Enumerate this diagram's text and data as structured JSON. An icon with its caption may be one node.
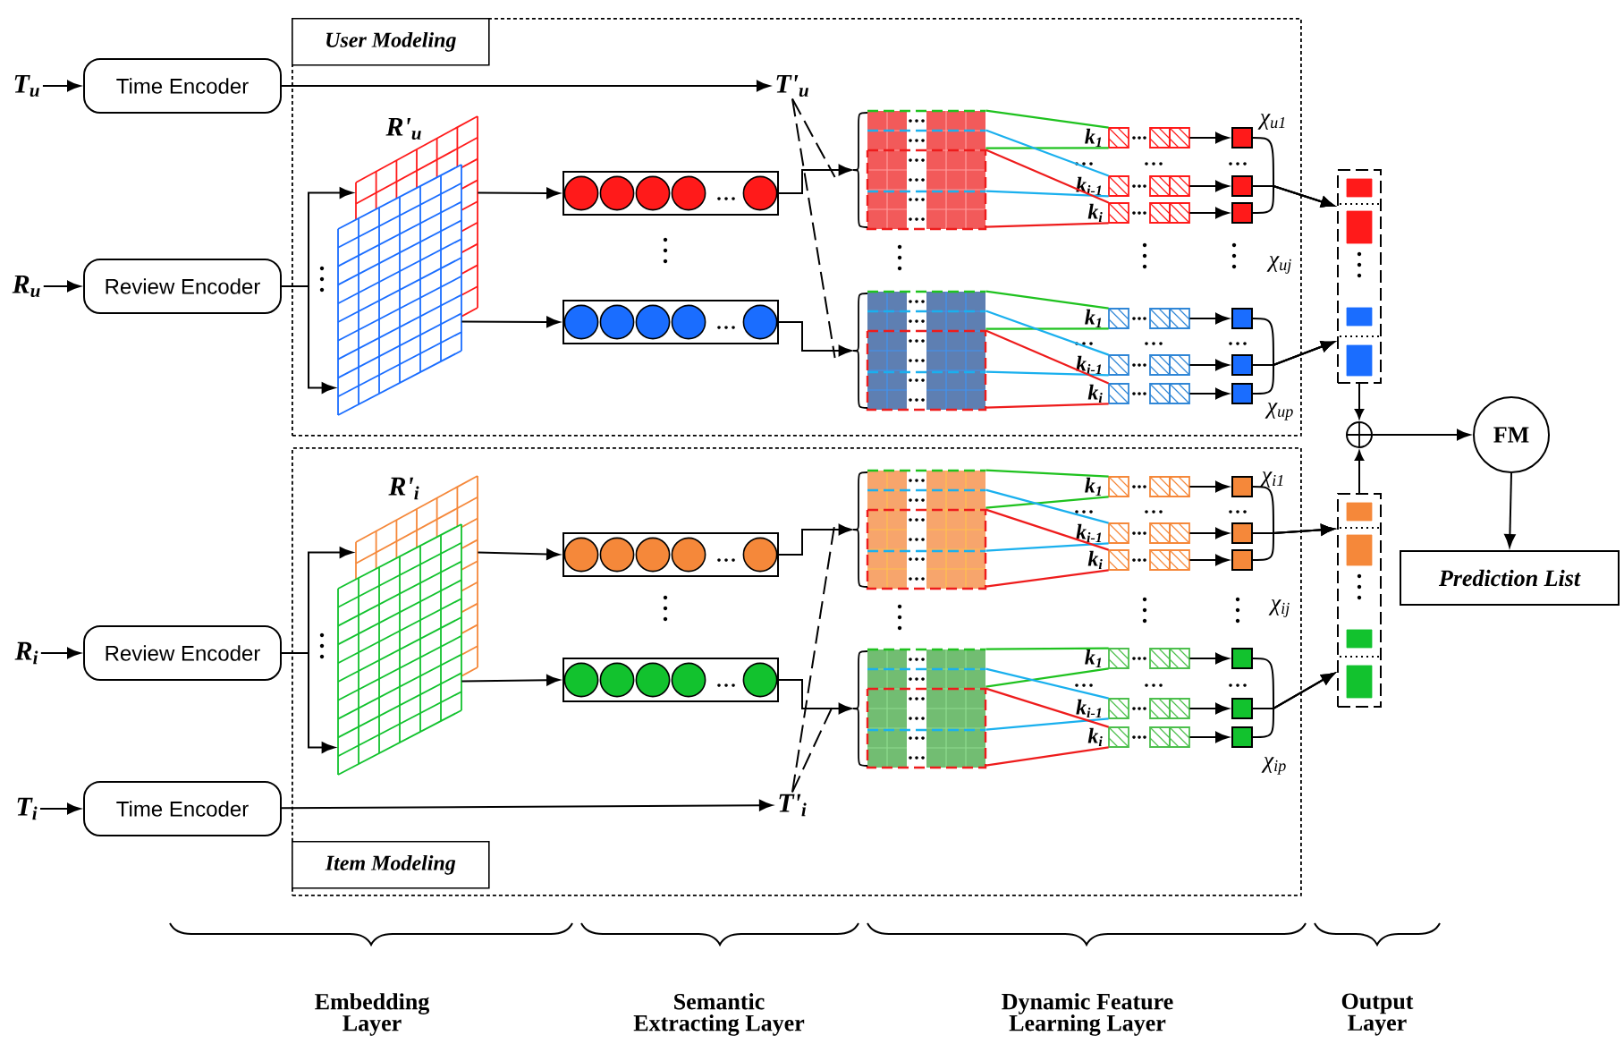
{
  "diagram": {
    "nodes": [
      {
        "text": [
          "User Modeling"
        ]
      },
      {
        "text": [
          "Item Modeling"
        ]
      },
      {
        "text": [
          "T$_{u}$"
        ]
      },
      {
        "text": [
          "R$_{u}$"
        ]
      },
      {
        "text": [
          "R$_{i}$"
        ]
      },
      {
        "text": [
          "T$_{i}$"
        ]
      },
      {
        "text": [
          "Time Encoder"
        ]
      },
      {
        "text": [
          "Review Encoder"
        ]
      },
      {
        "text": [
          "Review Encoder"
        ]
      },
      {
        "text": [
          "Time Encoder"
        ]
      },
      {
        "text": [
          "R'$_{u}$"
        ],
        "in": 0
      },
      {
        "text": [],
        "shape": "box",
        "in": 0
      },
      {
        "text": [],
        "shape": "box",
        "in": 0
      },
      {
        "text": [
          "T'$_{u}$"
        ],
        "in": 0
      },
      {
        "text": [],
        "shape": "box",
        "in": 0
      },
      {
        "text": [],
        "shape": "box",
        "in": 0
      },
      {
        "text": [],
        "shape": "box",
        "beside": [
          "k$_{1}$"
        ],
        "in": 0
      },
      {
        "text": [],
        "shape": "box",
        "beside": [
          "k$_{i-1}$"
        ],
        "in": 0
      },
      {
        "text": [],
        "shape": "box",
        "beside": [
          "k$_{i}$"
        ],
        "in": 0
      },
      {
        "text": [],
        "shape": "box",
        "in": 0
      },
      {
        "text": [],
        "shape": "box",
        "in": 0
      },
      {
        "text": [],
        "shape": "box",
        "in": 0
      },
      {
        "text": [],
        "shape": "box",
        "beside": [
          "k$_{1}$"
        ],
        "in": 0
      },
      {
        "text": [],
        "shape": "box",
        "beside": [
          "k$_{i-1}$"
        ],
        "in": 0
      },
      {
        "text": [],
        "shape": "box",
        "beside": [
          "k$_{i}$"
        ],
        "in": 0
      },
      {
        "text": [],
        "shape": "box",
        "in": 0
      },
      {
        "text": [],
        "shape": "box",
        "in": 0
      },
      {
        "text": [],
        "shape": "box",
        "in": 0
      },
      {
        "text": [
          "R'$_{i}$"
        ],
        "in": 1
      },
      {
        "text": [],
        "shape": "box",
        "in": 1
      },
      {
        "text": [],
        "shape": "box",
        "in": 1
      },
      {
        "text": [
          "T'$_{i}$"
        ],
        "in": 1
      },
      {
        "text": [],
        "shape": "box",
        "in": 1
      },
      {
        "text": [],
        "shape": "box",
        "in": 1
      },
      {
        "text": [],
        "shape": "box",
        "beside": [
          "k$_{1}$"
        ],
        "in": 1
      },
      {
        "text": [],
        "shape": "box",
        "beside": [
          "k$_{i-1}$"
        ],
        "in": 1
      },
      {
        "text": [],
        "shape": "box",
        "beside": [
          "k$_{i}$"
        ],
        "in": 1
      },
      {
        "text": [],
        "shape": "box",
        "in": 1
      },
      {
        "text": [],
        "shape": "box",
        "in": 1
      },
      {
        "text": [],
        "shape": "box",
        "in": 1
      },
      {
        "text": [],
        "shape": "box",
        "beside": [
          "k$_{1}$"
        ],
        "in": 1
      },
      {
        "text": [],
        "shape": "box",
        "beside": [
          "k$_{i-1}$"
        ],
        "in": 1
      },
      {
        "text": [],
        "shape": "box",
        "beside": [
          "k$_{i}$"
        ],
        "in": 1
      },
      {
        "text": [],
        "shape": "box",
        "in": 1
      },
      {
        "text": [],
        "shape": "box",
        "in": 1
      },
      {
        "text": [],
        "shape": "box",
        "in": 1
      },
      {
        "text": [],
        "shape": "box"
      },
      {
        "text": [],
        "shape": "box"
      },
      {
        "text": [],
        "shape": "circle"
      },
      {
        "text": [
          "FM"
        ]
      },
      {
        "text": [
          "Prediction List"
        ]
      }
    ],
    "edges": [
      {
        "from": 2,
        "to": 6,
        "arrow": "to"
      },
      {
        "from": 3,
        "to": 7,
        "arrow": "to"
      },
      {
        "from": 4,
        "to": 8,
        "arrow": "to"
      },
      {
        "from": 5,
        "to": 9,
        "arrow": "to"
      },
      {
        "from": 6,
        "to": 13,
        "arrow": "to"
      },
      {
        "from": 9,
        "to": 31,
        "arrow": "to"
      },
      {
        "from": 7,
        "to": 10,
        "arrow": "to"
      },
      {
        "from": 7,
        "to": 10,
        "arrow": "to"
      },
      {
        "from": 8,
        "to": 28,
        "arrow": "to"
      },
      {
        "from": 8,
        "to": 28,
        "arrow": "to"
      },
      {
        "from": 10,
        "to": 11,
        "arrow": "to"
      },
      {
        "from": 10,
        "to": 12,
        "arrow": "to"
      },
      {
        "from": 28,
        "to": 29,
        "arrow": "to"
      },
      {
        "from": 28,
        "to": 30,
        "arrow": "to"
      },
      {
        "from": 11,
        "to": 14,
        "arrow": "to"
      },
      {
        "from": 12,
        "to": 15,
        "arrow": "to"
      },
      {
        "from": 29,
        "to": 32,
        "arrow": "to"
      },
      {
        "from": 30,
        "to": 33,
        "arrow": "to"
      },
      {
        "from": 13,
        "to": 14,
        "arrow": "none",
        "style": "dashed"
      },
      {
        "from": 13,
        "to": 15,
        "arrow": "none",
        "style": "dashed"
      },
      {
        "from": 31,
        "to": 32,
        "arrow": "none",
        "style": "dashed"
      },
      {
        "from": 31,
        "to": 33,
        "arrow": "none",
        "style": "dashed"
      },
      {
        "from": 14,
        "to": 16,
        "arrow": "none",
        "color": "#1fc21f"
      },
      {
        "from": 14,
        "to": 16,
        "arrow": "none",
        "color": "#1fc21f"
      },
      {
        "from": 14,
        "to": 17,
        "arrow": "none",
        "color": "#1ab0ee"
      },
      {
        "from": 14,
        "to": 17,
        "arrow": "none",
        "color": "#1ab0ee"
      },
      {
        "from": 14,
        "to": 18,
        "arrow": "none",
        "color": "#ee1c1c"
      },
      {
        "from": 14,
        "to": 18,
        "arrow": "none",
        "color": "#ee1c1c"
      },
      {
        "from": 15,
        "to": 22,
        "arrow": "none",
        "color": "#1fc21f"
      },
      {
        "from": 15,
        "to": 22,
        "arrow": "none",
        "color": "#1fc21f"
      },
      {
        "from": 15,
        "to": 23,
        "arrow": "none",
        "color": "#1ab0ee"
      },
      {
        "from": 15,
        "to": 23,
        "arrow": "none",
        "color": "#1ab0ee"
      },
      {
        "from": 15,
        "to": 24,
        "arrow": "none",
        "color": "#ee1c1c"
      },
      {
        "from": 15,
        "to": 24,
        "arrow": "none",
        "color": "#ee1c1c"
      },
      {
        "from": 32,
        "to": 34,
        "arrow": "none",
        "color": "#1fc21f"
      },
      {
        "from": 32,
        "to": 34,
        "arrow": "none",
        "color": "#1fc21f"
      },
      {
        "from": 32,
        "to": 35,
        "arrow": "none",
        "color": "#1ab0ee"
      },
      {
        "from": 32,
        "to": 35,
        "arrow": "none",
        "color": "#1ab0ee"
      },
      {
        "from": 32,
        "to": 36,
        "arrow": "none",
        "color": "#ee1c1c"
      },
      {
        "from": 32,
        "to": 36,
        "arrow": "none",
        "color": "#ee1c1c"
      },
      {
        "from": 33,
        "to": 40,
        "arrow": "none",
        "color": "#1fc21f"
      },
      {
        "from": 33,
        "to": 40,
        "arrow": "none",
        "color": "#1fc21f"
      },
      {
        "from": 33,
        "to": 41,
        "arrow": "none",
        "color": "#1ab0ee"
      },
      {
        "from": 33,
        "to": 41,
        "arrow": "none",
        "color": "#1ab0ee"
      },
      {
        "from": 33,
        "to": 42,
        "arrow": "none",
        "color": "#ee1c1c"
      },
      {
        "from": 33,
        "to": 42,
        "arrow": "none",
        "color": "#ee1c1c"
      },
      {
        "from": 16,
        "to": 19,
        "arrow": "to"
      },
      {
        "from": 17,
        "to": 20,
        "arrow": "to"
      },
      {
        "from": 18,
        "to": 21,
        "arrow": "to"
      },
      {
        "from": 22,
        "to": 25,
        "arrow": "to"
      },
      {
        "from": 23,
        "to": 26,
        "arrow": "to"
      },
      {
        "from": 24,
        "to": 27,
        "arrow": "to"
      },
      {
        "from": 34,
        "to": 37,
        "arrow": "to"
      },
      {
        "from": 35,
        "to": 38,
        "arrow": "to"
      },
      {
        "from": 36,
        "to": 39,
        "arrow": "to"
      },
      {
        "from": 40,
        "to": 43,
        "arrow": "to"
      },
      {
        "from": 41,
        "to": 44,
        "arrow": "to"
      },
      {
        "from": 42,
        "to": 45,
        "arrow": "to"
      },
      {
        "from": 19,
        "to": 46,
        "arrow": "to"
      },
      {
        "from": 20,
        "to": 46,
        "arrow": "to"
      },
      {
        "from": 21,
        "to": 46,
        "arrow": "to"
      },
      {
        "from": 25,
        "to": 46,
        "arrow": "to"
      },
      {
        "from": 26,
        "to": 46,
        "arrow": "to"
      },
      {
        "from": 27,
        "to": 46,
        "arrow": "to"
      },
      {
        "from": 37,
        "to": 47,
        "arrow": "to"
      },
      {
        "from": 38,
        "to": 47,
        "arrow": "to"
      },
      {
        "from": 39,
        "to": 47,
        "arrow": "to"
      },
      {
        "from": 43,
        "to": 47,
        "arrow": "to"
      },
      {
        "from": 44,
        "to": 47,
        "arrow": "to"
      },
      {
        "from": 45,
        "to": 47,
        "arrow": "to"
      },
      {
        "from": 46,
        "to": 48,
        "arrow": "to"
      },
      {
        "from": 47,
        "to": 48,
        "arrow": "to"
      },
      {
        "from": 48,
        "to": 49,
        "arrow": "to"
      },
      {
        "from": 49,
        "to": 50,
        "arrow": "to"
      }
    ],
    "labels": [
      "χ$_{u1}$",
      "χ$_{uj}$",
      "χ$_{up}$",
      "χ$_{i1}$",
      "χ$_{ij}$",
      "χ$_{ip}$",
      "Embedding Layer",
      "Semantic Extracting Layer",
      "Dynamic Feature Learning Layer",
      "Output Layer"
    ]
  }
}
